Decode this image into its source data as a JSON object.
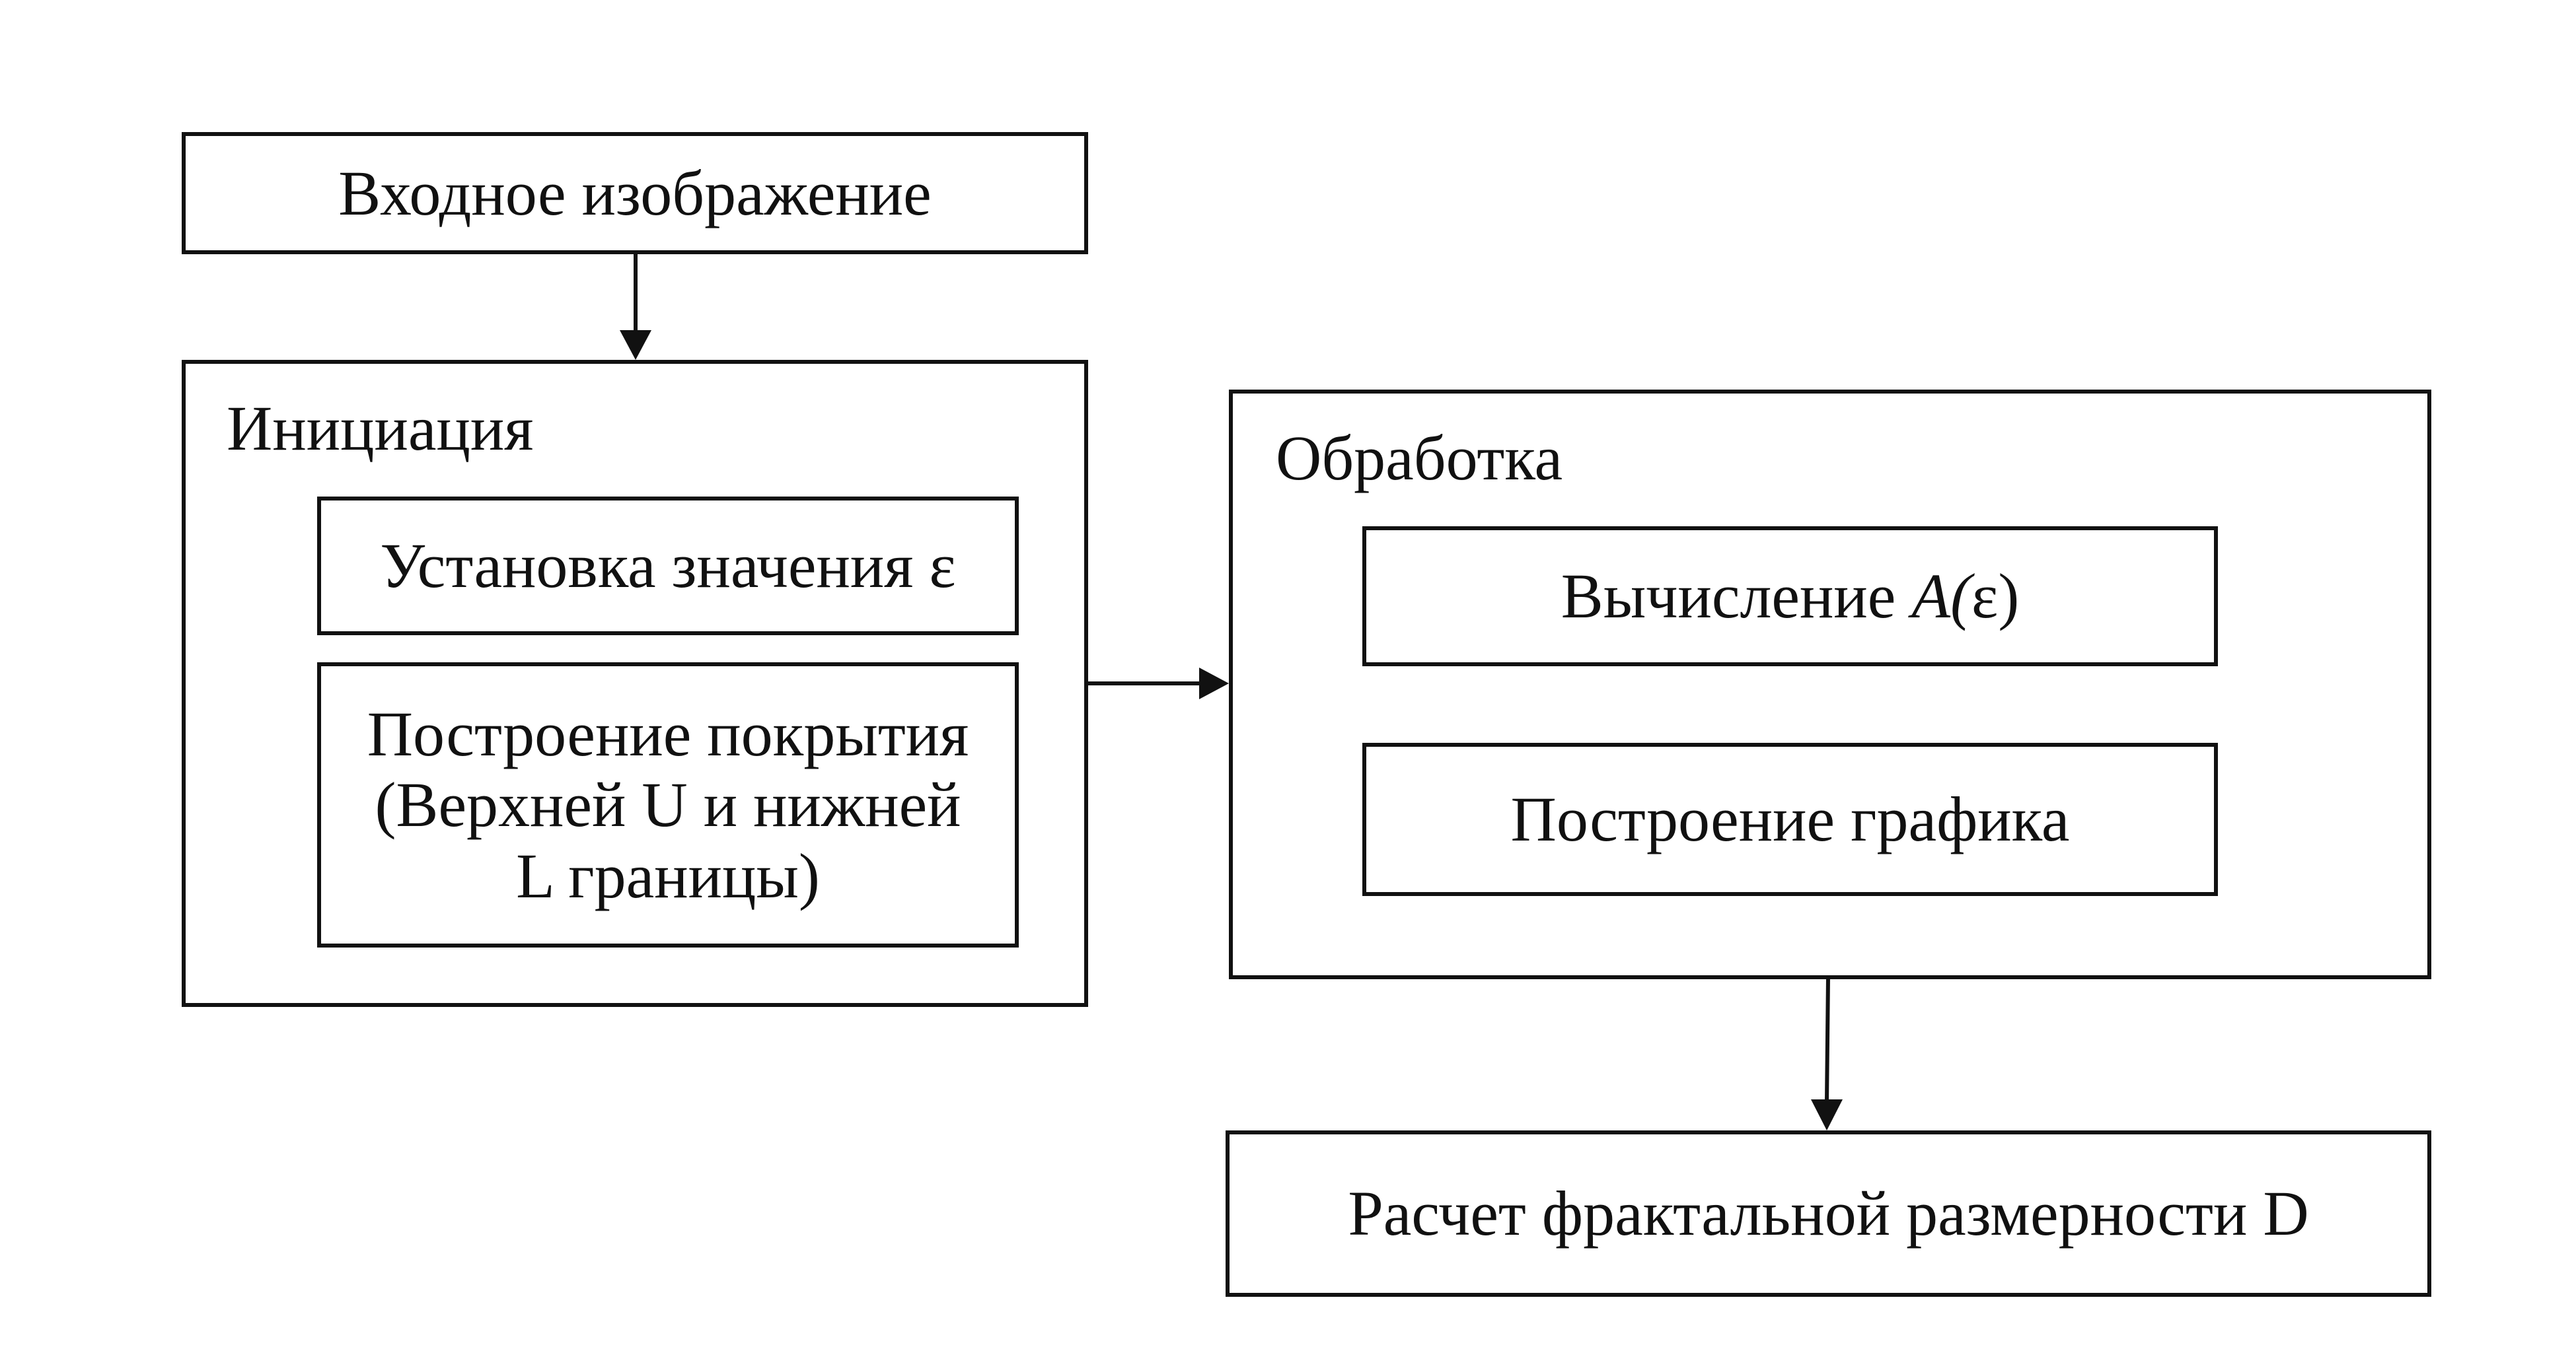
{
  "diagram": {
    "input_box": {
      "label": "Входное изображение"
    },
    "init_group": {
      "title": "Инициация",
      "set_epsilon": {
        "label": "Установка значения ε"
      },
      "build_cover": {
        "label": "Построение покрытия\n(Верхней U и нижней\nL границы)"
      }
    },
    "process_group": {
      "title": "Обработка",
      "compute_a": {
        "prefix": "Вычисление ",
        "func": "A(",
        "arg": "ε)"
      },
      "build_plot": {
        "label": "Построение графика"
      }
    },
    "result_box": {
      "label": "Расчет фрактальной размерности D"
    }
  }
}
